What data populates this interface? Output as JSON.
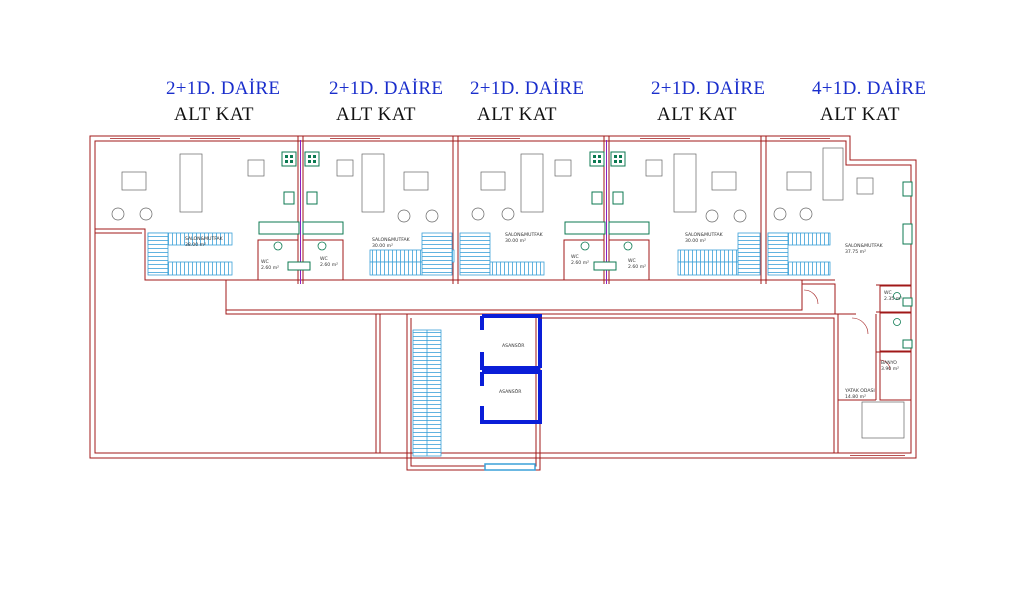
{
  "headings": [
    {
      "title": "2+1D. DAİRE",
      "floor": "ALT KAT"
    },
    {
      "title": "2+1D. DAİRE",
      "floor": "ALT KAT"
    },
    {
      "title": "2+1D. DAİRE",
      "floor": "ALT KAT"
    },
    {
      "title": "2+1D. DAİRE",
      "floor": "ALT KAT"
    },
    {
      "title": "4+1D. DAİRE",
      "floor": "ALT KAT"
    }
  ],
  "rooms": {
    "u1_living": {
      "name": "SALON&MUTFAK",
      "area": "38.00 m²"
    },
    "u1_wc": {
      "name": "WC",
      "area": "2.60 m²"
    },
    "u2_wc": {
      "name": "WC",
      "area": "2.60 m²"
    },
    "u2_living": {
      "name": "SALON&MUTFAK",
      "area": "30.00 m²"
    },
    "u3_living": {
      "name": "SALON&MUTFAK",
      "area": "30.00 m²"
    },
    "u3_wc": {
      "name": "WC",
      "area": "2.60 m²"
    },
    "u4_wc": {
      "name": "WC",
      "area": "2.60 m²"
    },
    "u4_living": {
      "name": "SALON&MUTFAK",
      "area": "30.00 m²"
    },
    "u5_living": {
      "name": "SALON&MUTFAK",
      "area": "37.75 m²"
    },
    "u5_wc": {
      "name": "WC",
      "area": "2.35 m²"
    },
    "u5_bath": {
      "name": "BANYO",
      "area": "3.90 m²"
    },
    "u5_bedroom": {
      "name": "YATAK ODASI",
      "area": "14.80 m²"
    },
    "elevator_1": {
      "name": "ASANSÖR"
    },
    "elevator_2": {
      "name": "ASANSÖR"
    }
  },
  "colors": {
    "wall": "#a01818",
    "wall_fill": "#ffffff",
    "stairs": "#3aa0d8",
    "elevator": "#0a1ed8",
    "fixture": "#0c7a52",
    "furniture": "#666666",
    "heading": "#1a2ecc"
  }
}
